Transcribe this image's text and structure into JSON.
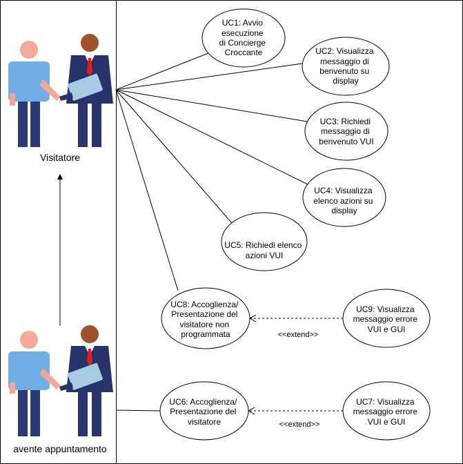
{
  "diagram": {
    "type": "use-case",
    "actors": [
      {
        "id": "visitatore",
        "label": "Visitatore"
      },
      {
        "id": "avente",
        "label": "avente appuntamento"
      }
    ],
    "use_cases": [
      {
        "id": "uc1",
        "lines": [
          "UC1: Avvio",
          "esecuzione",
          "di Concierge",
          "Croccante"
        ]
      },
      {
        "id": "uc2",
        "lines": [
          "UC2: Visualizza",
          "messaggio di",
          "benvenuto su",
          "display"
        ]
      },
      {
        "id": "uc3",
        "lines": [
          "UC3: Richiedi",
          "messaggio di",
          "benvenuto VUI"
        ]
      },
      {
        "id": "uc4",
        "lines": [
          "UC4: Visualizza",
          "elenco azioni su",
          "display"
        ]
      },
      {
        "id": "uc5",
        "lines": [
          "UC5: Richiedi elenco",
          "azioni VUI"
        ]
      },
      {
        "id": "uc8",
        "lines": [
          "UC8: Accoglienza/",
          "Presentazione del",
          "visitatore non",
          "programmata"
        ]
      },
      {
        "id": "uc9",
        "lines": [
          "UC9: Visualizza",
          "messaggio errore",
          "VUI e GUI"
        ]
      },
      {
        "id": "uc6",
        "lines": [
          "UC6: Accoglienza/",
          "Presentazione del",
          "visitatore"
        ]
      },
      {
        "id": "uc7",
        "lines": [
          "UC7: Visualizza",
          "messaggio errore",
          "VUI e GUI"
        ]
      }
    ],
    "extend_label": "<<extend>>",
    "extends": [
      {
        "from": "uc9",
        "to": "uc8"
      },
      {
        "from": "uc7",
        "to": "uc6"
      }
    ],
    "generalization": {
      "from": "avente",
      "to": "visitatore"
    }
  }
}
